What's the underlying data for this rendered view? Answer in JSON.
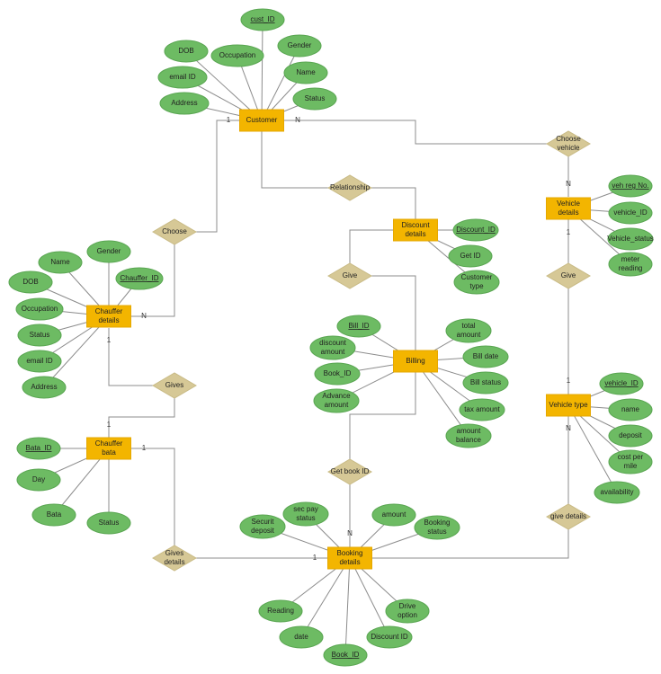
{
  "entities": {
    "customer": "Customer",
    "chauffer_details": [
      "Chauffer",
      "details"
    ],
    "chauffer_bata": [
      "Chauffer",
      "bata"
    ],
    "discount_details": [
      "Discount",
      "details"
    ],
    "billing": "Billing",
    "vehicle_details": [
      "Vehicle",
      "details"
    ],
    "vehicle_type": "Vehicle type",
    "booking_details": [
      "Booking",
      "details"
    ]
  },
  "relationships": {
    "choose": "Choose",
    "relationship": "Relationship",
    "choose_vehicle": [
      "Choose",
      "vehicle"
    ],
    "give_discount": "Give",
    "give_vehicle": "Give",
    "gives": "Gives",
    "get_book_id": "Get book ID",
    "gives_details": [
      "Gives",
      "details"
    ],
    "give_details": "give details"
  },
  "attributes": {
    "customer": {
      "cust_id": "cust_ID",
      "dob": "DOB",
      "occupation": "Occupation",
      "gender": "Gender",
      "email_id": "email ID",
      "name": "Name",
      "address": "Address",
      "status": "Status"
    },
    "chauffer_details": {
      "gender": "Gender",
      "name": "Name",
      "dob": "DOB",
      "chauffer_id": "Chauffer_ID",
      "occupation": "Occupation",
      "status": "Status",
      "email_id": "email ID",
      "address": "Address"
    },
    "chauffer_bata": {
      "bata_id": "Bata_ID",
      "day": "Day",
      "bata": "Bata",
      "status": "Status"
    },
    "discount_details": {
      "discount_id": "Discount_ID",
      "get_id": "Get ID",
      "customer_type": [
        "Customer",
        "type"
      ]
    },
    "billing": {
      "bill_id": "Bill_ID",
      "discount_amount": [
        "discount",
        "amount"
      ],
      "book_id": "Book_ID",
      "advance_amount": [
        "Advance",
        "amount"
      ],
      "total_amount": [
        "total",
        "amount"
      ],
      "bill_date": "Bill date",
      "bill_status": "Bill status",
      "tax_amount": "tax amount",
      "amount_balance": [
        "amount",
        "balance"
      ]
    },
    "vehicle_details": {
      "veh_reg_no": "veh reg No.",
      "vehicle_id": "vehicle_ID",
      "vehicle_status": "Vehicle_status",
      "meter_reading": [
        "meter",
        "reading"
      ]
    },
    "vehicle_type": {
      "vehicle_id": "vehicle_ID",
      "name": "name",
      "deposit": "deposit",
      "cost_per_mile": [
        "cost per",
        "mile"
      ],
      "availability": "availability"
    },
    "booking_details": {
      "securit_deposit": [
        "Securit",
        "deposit"
      ],
      "sec_pay_status": [
        "sec pay",
        "status"
      ],
      "amount": "amount",
      "booking_status": [
        "Booking",
        "status"
      ],
      "reading": "Reading",
      "date": "date",
      "book_id": "Book_ID",
      "discount_id": "Discount ID",
      "drive_option": [
        "Drive",
        "option"
      ]
    }
  },
  "cardinalities": {
    "customer_choose": "1",
    "customer_choose_vehicle": "N",
    "chauffer_choose": "N",
    "chauffer_gives": "1",
    "bata_gives": "1",
    "bata_gives_details": "1",
    "booking_gives_details": "1",
    "vehicle_details_choose": "N",
    "vehicle_details_give": "1",
    "vehicle_type_give": "1",
    "vehicle_type_give_details": "N",
    "booking_get_book_id": "N"
  },
  "colors": {
    "entity": "#f3b500",
    "attribute": "#6dbb63",
    "relationship": "#d6c896",
    "connector": "#8c8c8c"
  }
}
